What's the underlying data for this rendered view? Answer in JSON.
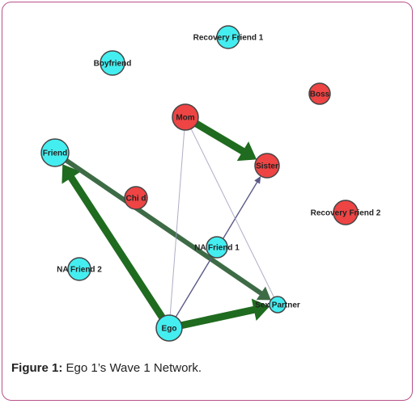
{
  "colors": {
    "non_user": "#ee4444",
    "user": "#44eef0",
    "node_stroke": "#444444",
    "strong_tie": "#1f6b1f",
    "medium_tie": "#3d6b45",
    "thin_tie": "#9a9ab8",
    "directed_thin_tie": "#5a5a88"
  },
  "nodes": [
    {
      "id": "recovery-friend-1",
      "label": "Recovery Friend 1",
      "type": "user"
    },
    {
      "id": "boyfriend",
      "label": "Boyfriend",
      "type": "user"
    },
    {
      "id": "boss",
      "label": "Boss",
      "type": "non_user"
    },
    {
      "id": "mom",
      "label": "Mom",
      "type": "non_user"
    },
    {
      "id": "friend",
      "label": "Friend",
      "type": "user"
    },
    {
      "id": "sister",
      "label": "Sister",
      "type": "non_user"
    },
    {
      "id": "child",
      "label": "Chi d",
      "type": "non_user"
    },
    {
      "id": "recovery-friend-2",
      "label": "Recovery Friend 2",
      "type": "non_user"
    },
    {
      "id": "na-friend-1",
      "label": "NA Friend 1",
      "type": "user"
    },
    {
      "id": "na-friend-2",
      "label": "NA Friend 2",
      "type": "user"
    },
    {
      "id": "sex-partner",
      "label": "Sex Partner",
      "type": "user"
    },
    {
      "id": "ego",
      "label": "Ego",
      "type": "user"
    }
  ],
  "edges": [
    {
      "from": "mom",
      "to": "sister",
      "style": "strong",
      "directed": true
    },
    {
      "from": "ego",
      "to": "friend",
      "style": "strong",
      "directed": true
    },
    {
      "from": "ego",
      "to": "sex-partner",
      "style": "strong",
      "directed": true
    },
    {
      "from": "friend",
      "to": "sex-partner",
      "style": "medium",
      "directed": true
    },
    {
      "from": "ego",
      "to": "sister",
      "style": "directed_thin",
      "directed": true
    },
    {
      "from": "ego",
      "to": "mom",
      "style": "thin",
      "directed": false
    },
    {
      "from": "mom",
      "to": "sex-partner",
      "style": "thin",
      "directed": false
    }
  ],
  "caption": {
    "bold": "Figure 1:",
    "text": " Ego 1’s Wave 1 Network."
  }
}
